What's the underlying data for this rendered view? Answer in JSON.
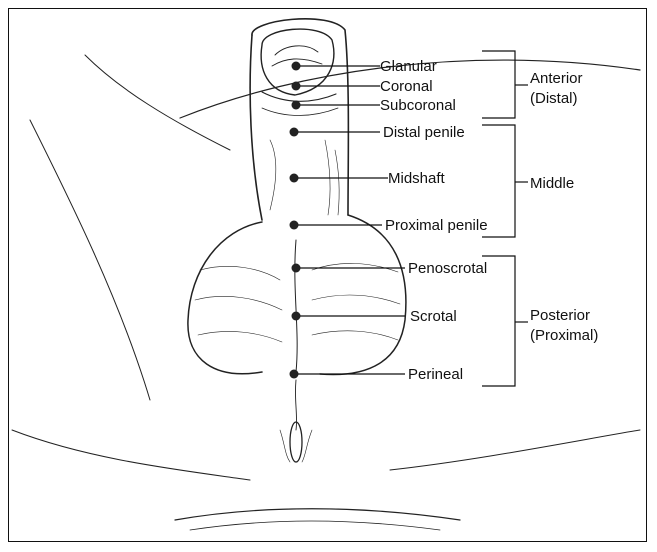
{
  "site_labels": {
    "glanular": "Glanular",
    "coronal": "Coronal",
    "subcoronal": "Subcoronal",
    "distal_penile": "Distal penile",
    "midshaft": "Midshaft",
    "proximal_penile": "Proximal penile",
    "penoscrotal": "Penoscrotal",
    "scrotal": "Scrotal",
    "perineal": "Perineal"
  },
  "group_labels": {
    "anterior_line1": "Anterior",
    "anterior_line2": "(Distal)",
    "middle": "Middle",
    "posterior_line1": "Posterior",
    "posterior_line2": "(Proximal)"
  },
  "colors": {
    "ink": "#222222",
    "background": "#ffffff"
  }
}
